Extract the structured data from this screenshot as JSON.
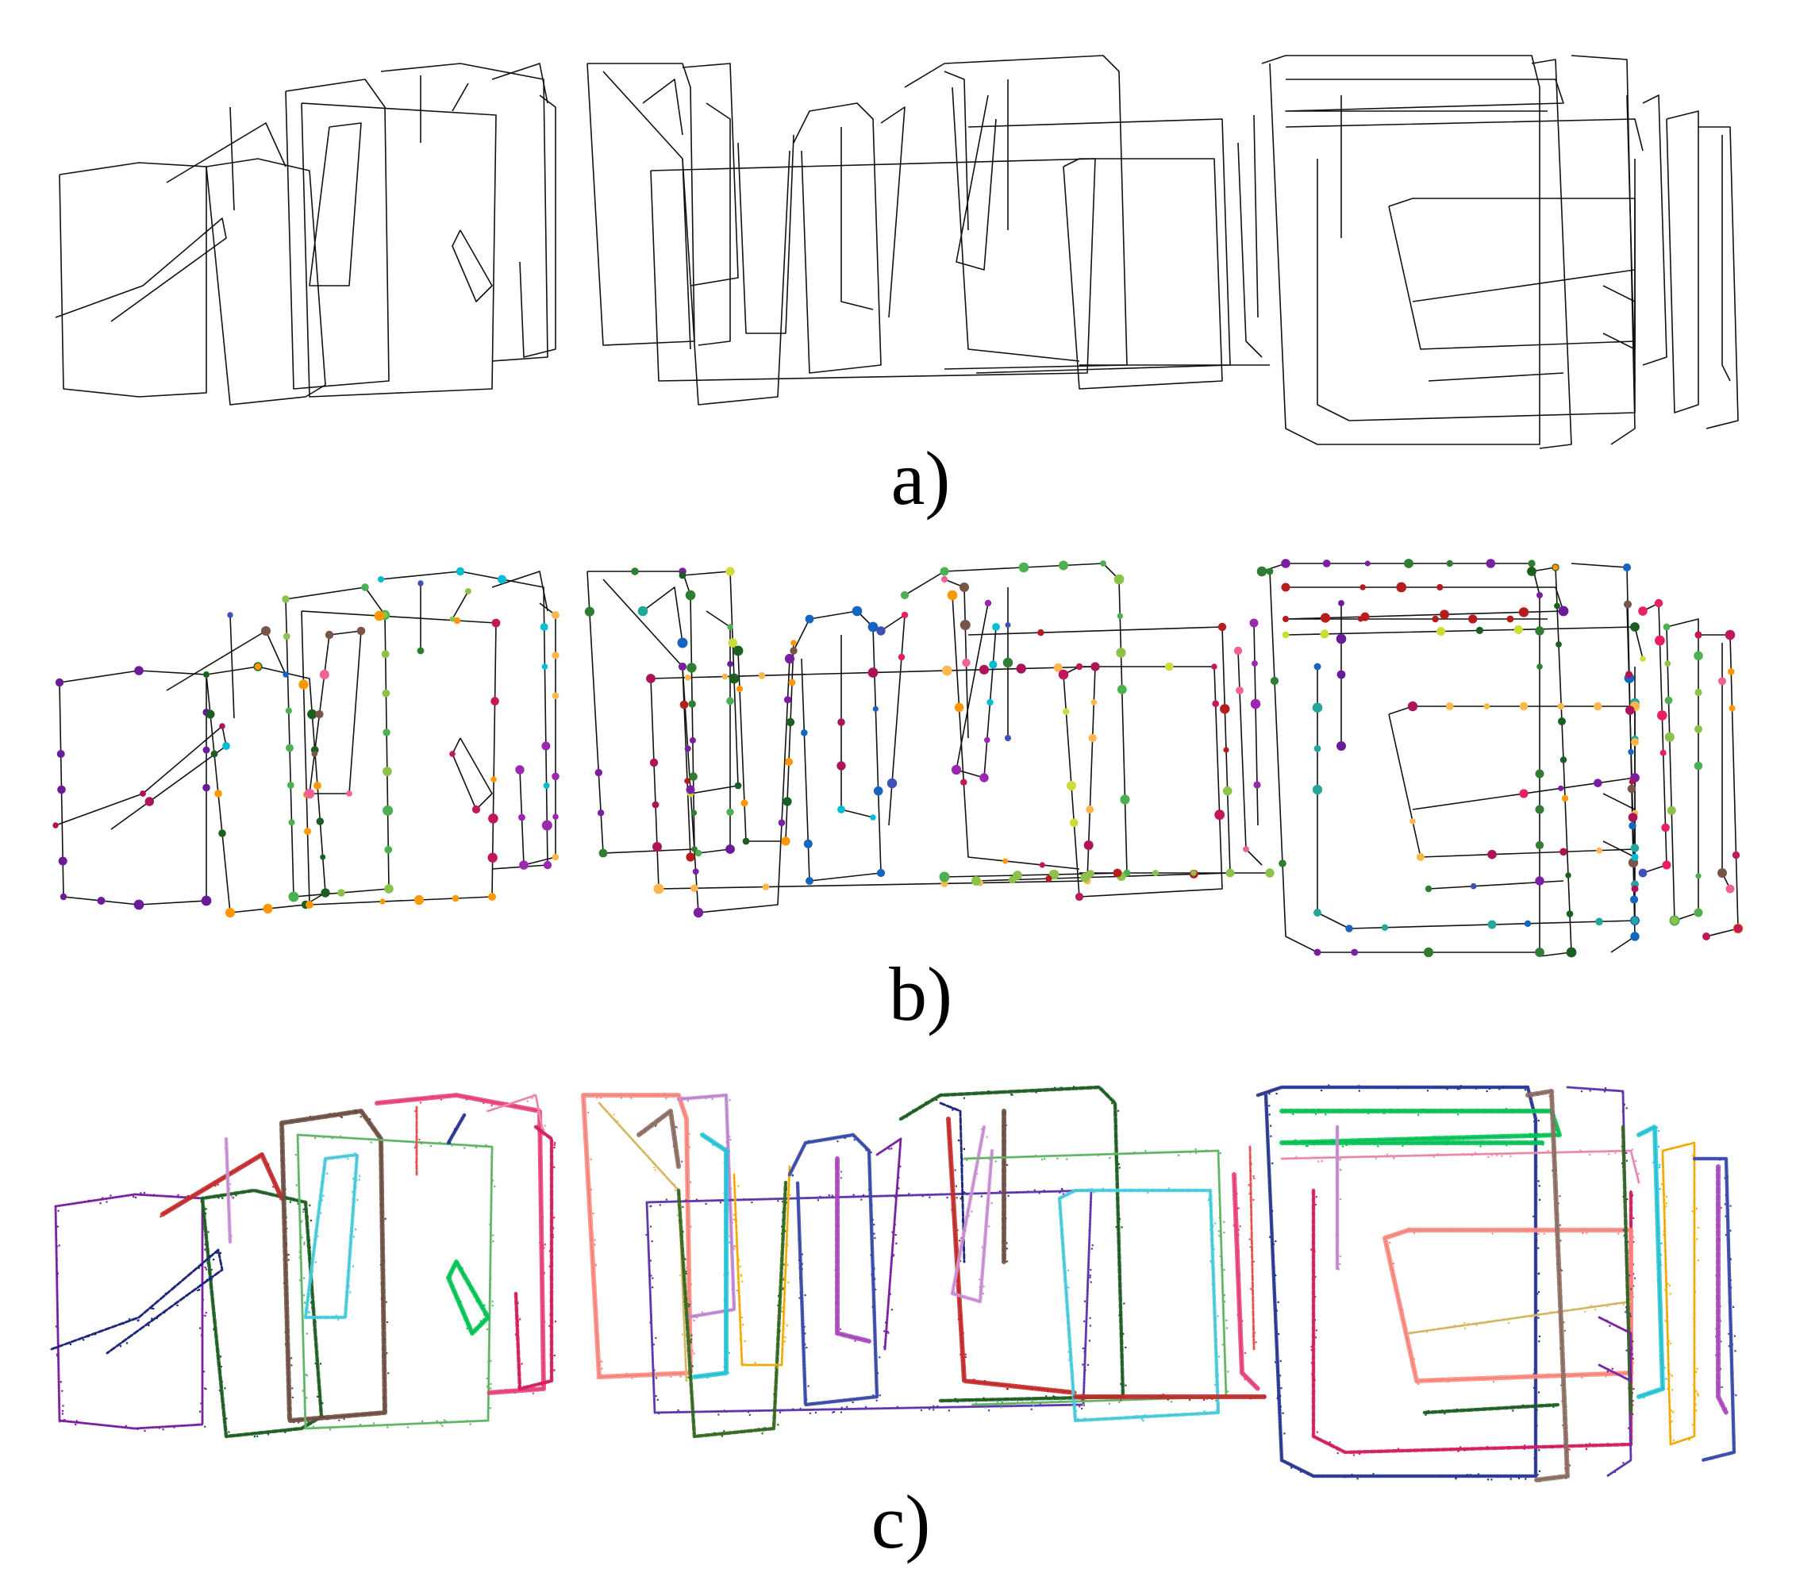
{
  "figure": {
    "panels": [
      {
        "id": "a",
        "label": "a)",
        "style": "wireframe",
        "palette": []
      },
      {
        "id": "b",
        "label": "b)",
        "style": "keypoints",
        "palette": [
          "#6a1b9a",
          "#1b5e20",
          "#1565c0",
          "#ad1457",
          "#e91e63",
          "#4caf50",
          "#ff9800",
          "#795548",
          "#00bcd4",
          "#3f51b5",
          "#8bc34a",
          "#c2185b",
          "#f06292",
          "#9c27b0",
          "#2e7d32",
          "#b71c1c",
          "#cddc39",
          "#26a69a",
          "#ffb74d",
          "#7b1fa2"
        ]
      },
      {
        "id": "c",
        "label": "c)",
        "style": "segments",
        "palette": [
          "#7b1fa2",
          "#1b5e20",
          "#c62828",
          "#1a237e",
          "#ce93d8",
          "#6d4c41",
          "#66bb6a",
          "#4dd0e1",
          "#ec407a",
          "#ef5350",
          "#283593",
          "#00c853",
          "#f48fb1",
          "#d81b60",
          "#ff8a80",
          "#e0c068",
          "#c58cd8",
          "#8d6e63",
          "#5e35b1",
          "#33691e",
          "#26c6da",
          "#ffb300",
          "#3949ab",
          "#ab47bc"
        ]
      }
    ]
  }
}
